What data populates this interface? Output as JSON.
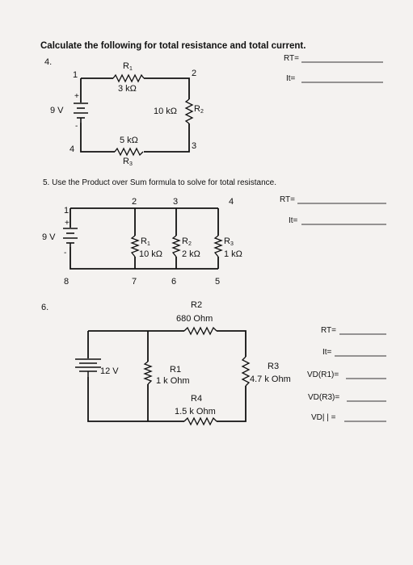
{
  "title": "Calculate the following for total resistance and total current.",
  "p4": {
    "number": "4.",
    "source": "9 V",
    "r1": {
      "name": "R",
      "sub": "1",
      "value": "3 kΩ"
    },
    "r2": {
      "value": "10 kΩ",
      "name": "R",
      "sub": "2"
    },
    "r3": {
      "value": "5 kΩ",
      "name": "R",
      "sub": "3"
    },
    "nodes": [
      "1",
      "2",
      "3",
      "4"
    ],
    "answers": [
      "RT=",
      "It="
    ]
  },
  "p5": {
    "instruction": "5. Use the Product over Sum formula to solve for total resistance.",
    "source": "9 V",
    "r1": {
      "name": "R",
      "sub": "1",
      "value": "10 kΩ"
    },
    "r2": {
      "name": "R",
      "sub": "2",
      "value": "2 kΩ"
    },
    "r3": {
      "name": "R",
      "sub": "3",
      "value": "1 kΩ"
    },
    "nodes": [
      "1",
      "2",
      "3",
      "4",
      "5",
      "6",
      "7",
      "8"
    ],
    "answers": [
      "RT=",
      "It="
    ]
  },
  "p6": {
    "number": "6.",
    "source": "12 V",
    "r1": {
      "name": "R1",
      "value": "1 k Ohm"
    },
    "r2": {
      "name": "R2",
      "value": "680 Ohm"
    },
    "r3": {
      "name": "R3",
      "value": "4.7 k Ohm"
    },
    "r4": {
      "name": "R4",
      "value": "1.5 k Ohm"
    },
    "answers": [
      "RT=",
      "It=",
      "VD(R1)=",
      "VD(R3)=",
      "VD| | ="
    ]
  },
  "colors": {
    "ink": "#111111",
    "paper": "#f4f2f0"
  }
}
